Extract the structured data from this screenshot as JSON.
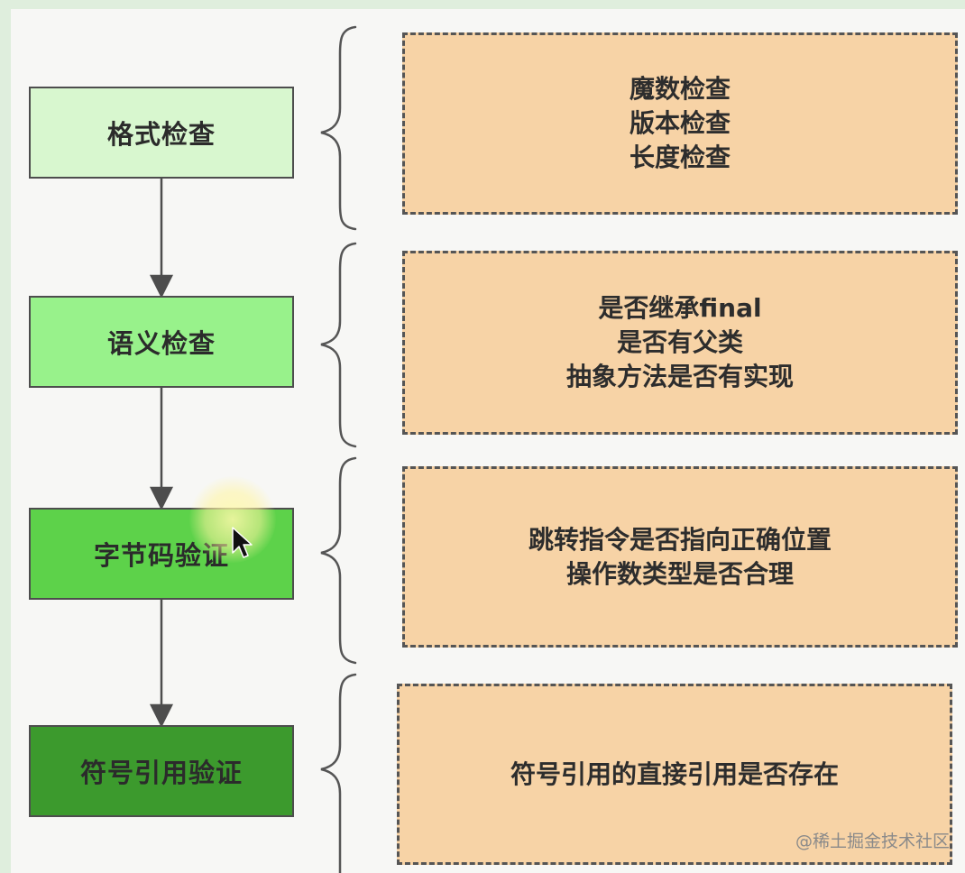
{
  "steps": [
    {
      "label": "格式检查",
      "color": "#d8f7cf"
    },
    {
      "label": "语义检查",
      "color": "#98f28b"
    },
    {
      "label": "字节码验证",
      "color": "#5dd24a"
    },
    {
      "label": "符号引用验证",
      "color": "#3c9a2d"
    }
  ],
  "notes": [
    {
      "lines": [
        "魔数检查",
        "版本检查",
        "长度检查"
      ]
    },
    {
      "lines": [
        "是否继承final",
        "是否有父类",
        "抽象方法是否有实现"
      ]
    },
    {
      "lines": [
        "跳转指令是否指向正确位置",
        "操作数类型是否合理"
      ]
    },
    {
      "lines": [
        "符号引用的直接引用是否存在"
      ]
    }
  ],
  "colors": {
    "note_fill": "#f7d3a6",
    "outline": "#4d4d4d"
  },
  "watermark": "@稀土掘金技术社区"
}
